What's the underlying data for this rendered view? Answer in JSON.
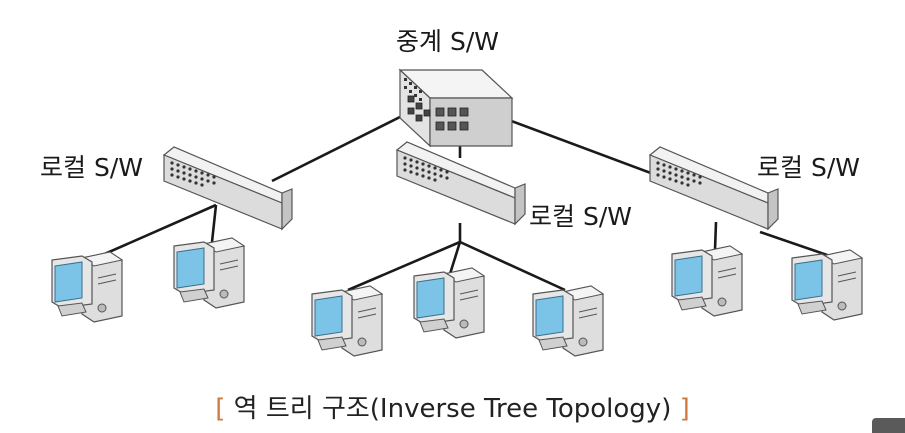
{
  "labels": {
    "core_switch": "중계 S/W",
    "local_switch_left": "로컬 S/W",
    "local_switch_middle": "로컬 S/W",
    "local_switch_right": "로컬 S/W"
  },
  "caption": {
    "open_bracket": "[",
    "text": " 역 트리 구조(Inverse Tree Topology) ",
    "close_bracket": "]"
  },
  "colors": {
    "bracket": "#cf7a3c",
    "link": "#1a1a1a",
    "screen": "#7cc3e8",
    "switch_body": "#e6e6e6"
  },
  "icons": [
    "network-switch-icon",
    "desktop-computer-icon"
  ]
}
